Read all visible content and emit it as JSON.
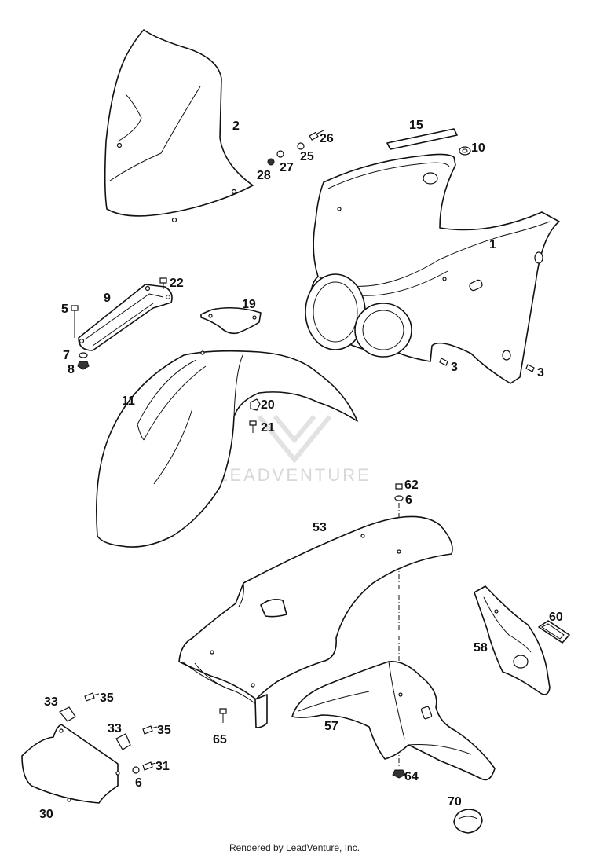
{
  "watermark": {
    "brand": "LEADVENTURE",
    "logo_icon": "leadventure-logo-icon"
  },
  "footer": {
    "credit": "Rendered by LeadVenture, Inc."
  },
  "callouts": {
    "c1": "1",
    "c2": "2",
    "c3a": "3",
    "c3b": "3",
    "c5": "5",
    "c6a": "6",
    "c6b": "6",
    "c7": "7",
    "c8": "8",
    "c9": "9",
    "c10": "10",
    "c11": "11",
    "c15": "15",
    "c19": "19",
    "c20": "20",
    "c21": "21",
    "c22": "22",
    "c25": "25",
    "c26": "26",
    "c27": "27",
    "c28": "28",
    "c30": "30",
    "c31": "31",
    "c33a": "33",
    "c33b": "33",
    "c35a": "35",
    "c35b": "35",
    "c53": "53",
    "c57": "57",
    "c58": "58",
    "c60": "60",
    "c62": "62",
    "c64": "64",
    "c65": "65",
    "c70": "70"
  },
  "colors": {
    "line": "#111111",
    "background": "#ffffff",
    "watermark": "#d7d7d7"
  }
}
